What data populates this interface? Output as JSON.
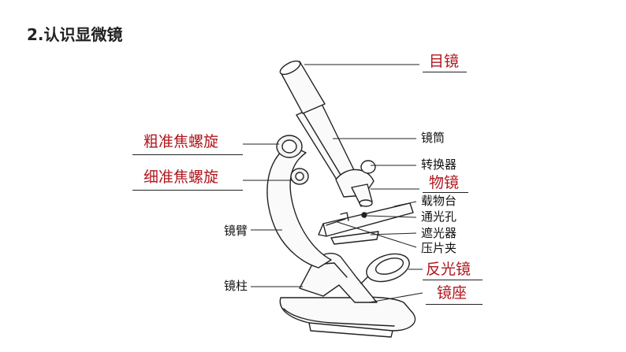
{
  "title": "2.认识显微镜",
  "labels": {
    "eyepiece": "目镜",
    "tube": "镜筒",
    "nosepiece": "转换器",
    "objective": "物镜",
    "stage": "载物台",
    "aperture": "通光孔",
    "diaphragm": "遮光器",
    "clip": "压片夹",
    "mirror": "反光镜",
    "base": "镜座",
    "coarse": "粗准焦螺旋",
    "fine": "细准焦螺旋",
    "arm": "镜臂",
    "pillar": "镜柱"
  },
  "colors": {
    "answer": "#b0161d",
    "text": "#111111"
  }
}
